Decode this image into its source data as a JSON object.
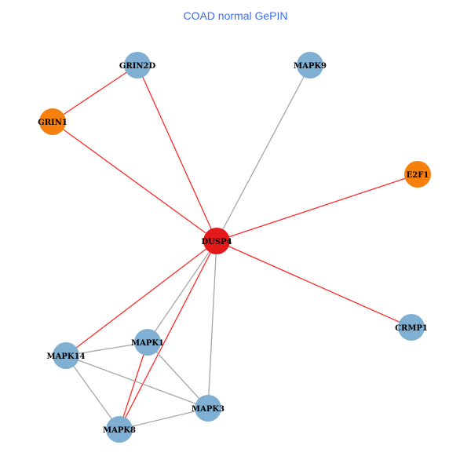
{
  "title": "COAD normal GePIN",
  "colors": {
    "title": "#3d6cf0",
    "node_default": "#7fb0d3",
    "node_highlight": "#f5800e",
    "node_center": "#e3191c",
    "edge_red": "#ff2a2a",
    "edge_gray": "#a6a6a6"
  },
  "nodes": [
    {
      "id": "GRIN2D",
      "label": "GRIN2D",
      "type": "default"
    },
    {
      "id": "MAPK9",
      "label": "MAPK9",
      "type": "default"
    },
    {
      "id": "GRIN1",
      "label": "GRIN1",
      "type": "highlight"
    },
    {
      "id": "E2F1",
      "label": "E2F1",
      "type": "highlight"
    },
    {
      "id": "DUSP4",
      "label": "DUSP4",
      "type": "center"
    },
    {
      "id": "CRMP1",
      "label": "CRMP1",
      "type": "default"
    },
    {
      "id": "MAPK1",
      "label": "MAPK1",
      "type": "default"
    },
    {
      "id": "MAPK14",
      "label": "MAPK14",
      "type": "default"
    },
    {
      "id": "MAPK3",
      "label": "MAPK3",
      "type": "default"
    },
    {
      "id": "MAPK8",
      "label": "MAPK8",
      "type": "default"
    }
  ],
  "edges": [
    {
      "source": "GRIN2D",
      "target": "GRIN1",
      "type": "red"
    },
    {
      "source": "GRIN1",
      "target": "DUSP4",
      "type": "red"
    },
    {
      "source": "GRIN2D",
      "target": "DUSP4",
      "type": "red"
    },
    {
      "source": "MAPK9",
      "target": "DUSP4",
      "type": "gray"
    },
    {
      "source": "E2F1",
      "target": "DUSP4",
      "type": "red"
    },
    {
      "source": "DUSP4",
      "target": "CRMP1",
      "type": "red"
    },
    {
      "source": "DUSP4",
      "target": "MAPK14",
      "type": "red"
    },
    {
      "source": "DUSP4",
      "target": "MAPK1",
      "type": "gray"
    },
    {
      "source": "DUSP4",
      "target": "MAPK8",
      "type": "red"
    },
    {
      "source": "DUSP4",
      "target": "MAPK3",
      "type": "gray"
    },
    {
      "source": "MAPK1",
      "target": "MAPK8",
      "type": "red"
    },
    {
      "source": "MAPK1",
      "target": "MAPK3",
      "type": "gray"
    },
    {
      "source": "MAPK14",
      "target": "MAPK1",
      "type": "gray"
    },
    {
      "source": "MAPK14",
      "target": "MAPK3",
      "type": "gray"
    },
    {
      "source": "MAPK14",
      "target": "MAPK8",
      "type": "gray"
    },
    {
      "source": "MAPK8",
      "target": "MAPK3",
      "type": "gray"
    }
  ]
}
